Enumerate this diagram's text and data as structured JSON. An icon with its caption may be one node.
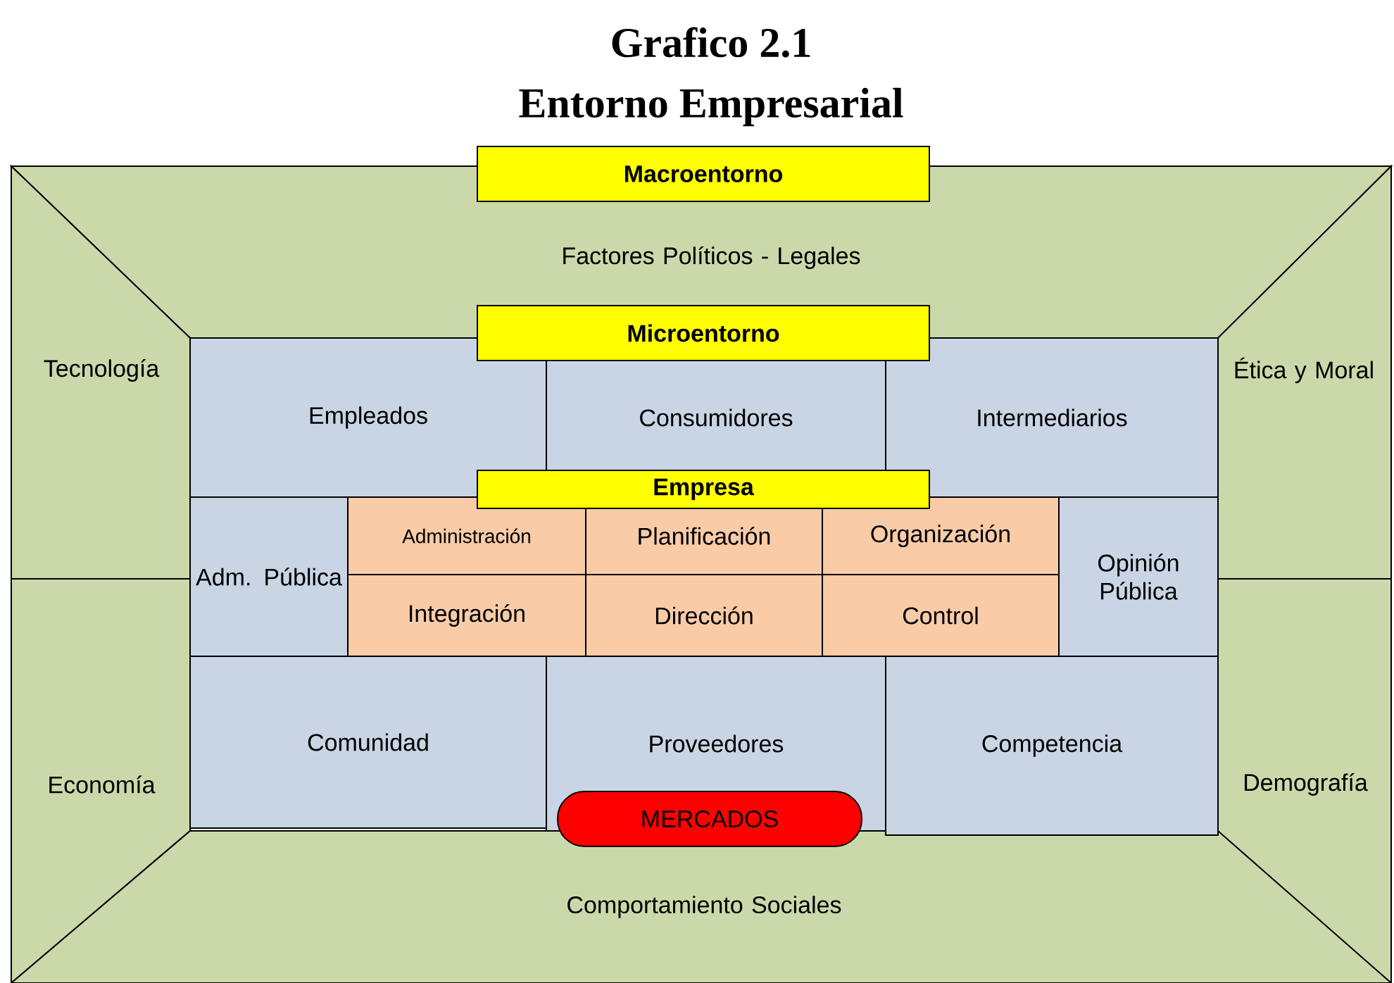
{
  "diagram": {
    "title": "Grafico 2.1",
    "nodes": [
      {
        "text": [
          "Macroentorno"
        ]
      },
      {
        "text": [
          "Factores Políticos - Legales"
        ]
      },
      {
        "text": [
          "Tecnología"
        ]
      },
      {
        "text": [
          "Microentorno"
        ]
      },
      {
        "text": [
          "Ética y Moral"
        ]
      },
      {
        "text": [
          "Empleados"
        ]
      },
      {
        "text": [
          "Consumidores"
        ]
      },
      {
        "text": [
          "Intermediarios"
        ]
      },
      {
        "text": [
          "Empresa"
        ]
      },
      {
        "text": [
          "Adm. Pública"
        ]
      },
      {
        "text": [
          "Administración"
        ]
      },
      {
        "text": [
          "Planificación"
        ]
      },
      {
        "text": [
          "Organización"
        ]
      },
      {
        "text": [
          "Opinión Pública"
        ]
      },
      {
        "text": [
          "Integración"
        ]
      },
      {
        "text": [
          "Dirección"
        ]
      },
      {
        "text": [
          "Control"
        ]
      },
      {
        "text": [
          "Comunidad"
        ]
      },
      {
        "text": [
          "Economía"
        ]
      },
      {
        "text": [
          "Proveedores"
        ]
      },
      {
        "text": [
          "Competencia"
        ]
      },
      {
        "text": [
          "Demografía"
        ]
      },
      {
        "text": [
          "MERCADOS"
        ]
      },
      {
        "text": [
          "Comportamiento Sociales"
        ]
      }
    ],
    "edges": [],
    "labels": [
      "Entorno Empresarial"
    ]
  }
}
